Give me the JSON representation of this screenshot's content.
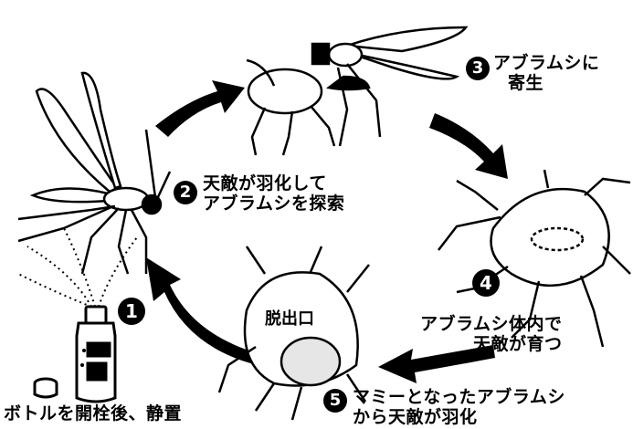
{
  "steps": [
    {
      "number": "1",
      "label_lines": [
        "ボトルを開栓後、静置"
      ]
    },
    {
      "number": "2",
      "label_lines": [
        "天敵が羽化して",
        "アブラムシを探索"
      ]
    },
    {
      "number": "3",
      "label_lines": [
        "アブラムシに",
        "寄生"
      ]
    },
    {
      "number": "4",
      "label_lines": [
        "アブラムシ体内で",
        "天敵が育つ"
      ]
    },
    {
      "number": "5",
      "label_lines": [
        "マミーとなったアブラムシ",
        "から天敵が羽化"
      ]
    }
  ],
  "exit_label": "脱出口",
  "colors": {
    "ink": "#000000",
    "paper": "#ffffff"
  },
  "icons": [
    "wasp-icon",
    "aphid-icon",
    "mummy-icon",
    "bottle-icon",
    "cap-icon",
    "cycle-arrow-icon"
  ]
}
